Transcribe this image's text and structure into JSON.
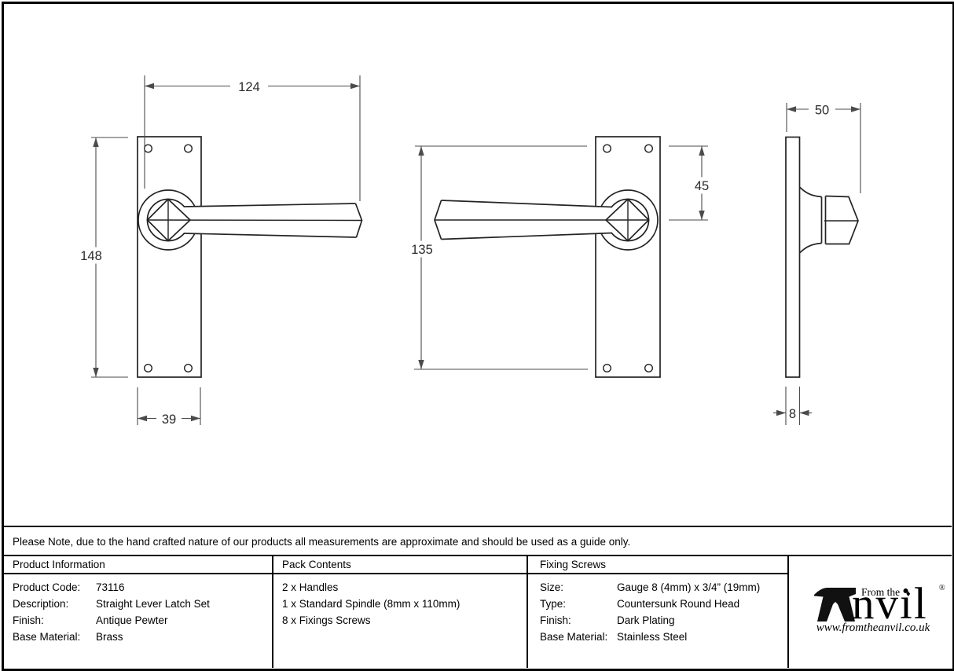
{
  "drawings": {
    "front_view_lever_right": {
      "dim_overall_width": "124",
      "dim_plate_height": "148",
      "dim_plate_width": "39"
    },
    "front_view_lever_left": {
      "dim_hole_spacing": "135",
      "dim_top_to_centre": "45"
    },
    "side_view": {
      "dim_projection": "50",
      "dim_plate_thickness": "8"
    }
  },
  "note": "Please Note, due to the hand crafted nature of our products all measurements are approximate and should be used as a guide only.",
  "product_information": {
    "title": "Product Information",
    "rows": [
      {
        "label": "Product Code:",
        "value": "73116"
      },
      {
        "label": "Description:",
        "value": "Straight Lever Latch Set"
      },
      {
        "label": "Finish:",
        "value": "Antique Pewter"
      },
      {
        "label": "Base Material:",
        "value": "Brass"
      }
    ]
  },
  "pack_contents": {
    "title": "Pack Contents",
    "items": [
      "2 x Handles",
      "1 x Standard Spindle (8mm x 110mm)",
      "8 x Fixings Screws"
    ]
  },
  "fixing_screws": {
    "title": "Fixing Screws",
    "rows": [
      {
        "label": "Size:",
        "value": "Gauge 8 (4mm) x 3/4” (19mm)"
      },
      {
        "label": "Type:",
        "value": "Countersunk Round Head"
      },
      {
        "label": "Finish:",
        "value": "Dark Plating"
      },
      {
        "label": "Base Material:",
        "value": "Stainless Steel"
      }
    ]
  },
  "logo": {
    "prefix": "From the",
    "diamond": "♦",
    "name_rest": "nvil",
    "registered": "®",
    "website": "www.fromtheanvil.co.uk"
  }
}
